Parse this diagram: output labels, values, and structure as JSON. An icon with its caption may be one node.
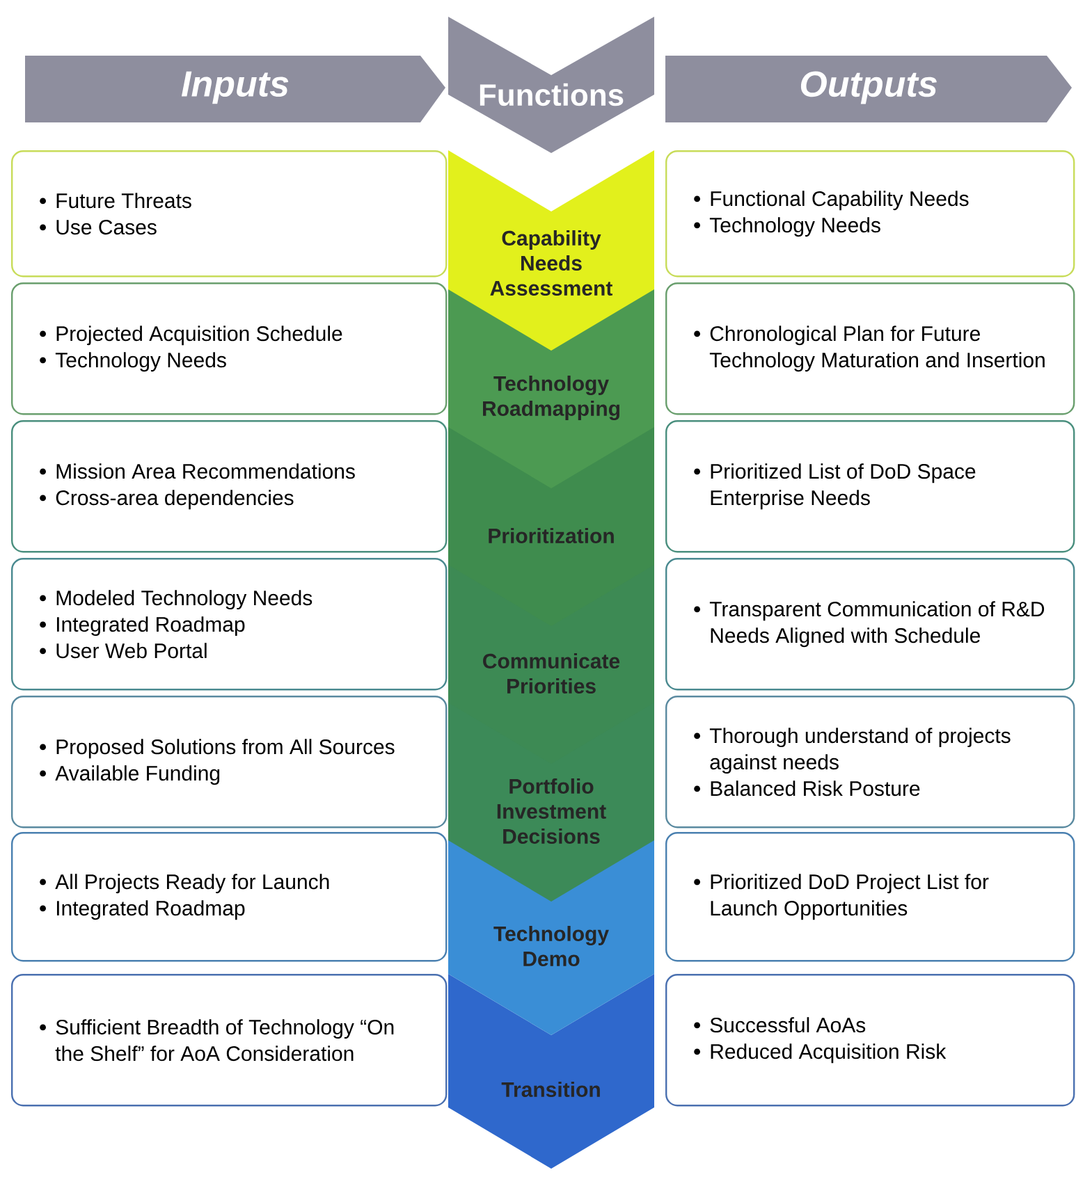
{
  "diagram": {
    "nodes": [
      {
        "text": [
          "Inputs"
        ]
      },
      {
        "text": [
          "Functions"
        ]
      },
      {
        "text": [
          "Outputs"
        ]
      },
      {
        "text": [
          "Future Threats",
          "Use Cases"
        ]
      },
      {
        "text": [
          "Capability Needs Assessment"
        ]
      },
      {
        "text": [
          "Functional Capability Needs",
          "Technology Needs"
        ]
      },
      {
        "text": [
          "Projected Acquisition Schedule",
          "Technology Needs"
        ]
      },
      {
        "text": [
          "Technology Roadmapping"
        ]
      },
      {
        "text": [
          "Chronological Plan for Future Technology Maturation and Insertion"
        ]
      },
      {
        "text": [
          "Mission Area Recommendations",
          "Cross-area dependencies"
        ]
      },
      {
        "text": [
          "Prioritization"
        ]
      },
      {
        "text": [
          "Prioritized List of DoD Space Enterprise Needs"
        ]
      },
      {
        "text": [
          "Modeled Technology Needs",
          "Integrated Roadmap",
          "User Web Portal"
        ]
      },
      {
        "text": [
          "Communicate Priorities"
        ]
      },
      {
        "text": [
          "Transparent Communication of R&D Needs Aligned with Schedule"
        ]
      },
      {
        "text": [
          "Proposed Solutions from All Sources",
          "Available Funding"
        ]
      },
      {
        "text": [
          "Portfolio Investment Decisions"
        ]
      },
      {
        "text": [
          "Thorough understand of projects against needs",
          "Balanced Risk Posture"
        ]
      },
      {
        "text": [
          "All Projects Ready for Launch",
          "Integrated Roadmap"
        ]
      },
      {
        "text": [
          "Technology Demo"
        ]
      },
      {
        "text": [
          "Prioritized DoD Project List for Launch Opportunities"
        ]
      },
      {
        "text": [
          "Sufficient Breadth of Technology “On the Shelf” for AoA Consideration"
        ]
      },
      {
        "text": [
          "Transition"
        ]
      },
      {
        "text": [
          "Successful AoAs",
          "Reduced Acquisition Risk"
        ]
      }
    ]
  }
}
